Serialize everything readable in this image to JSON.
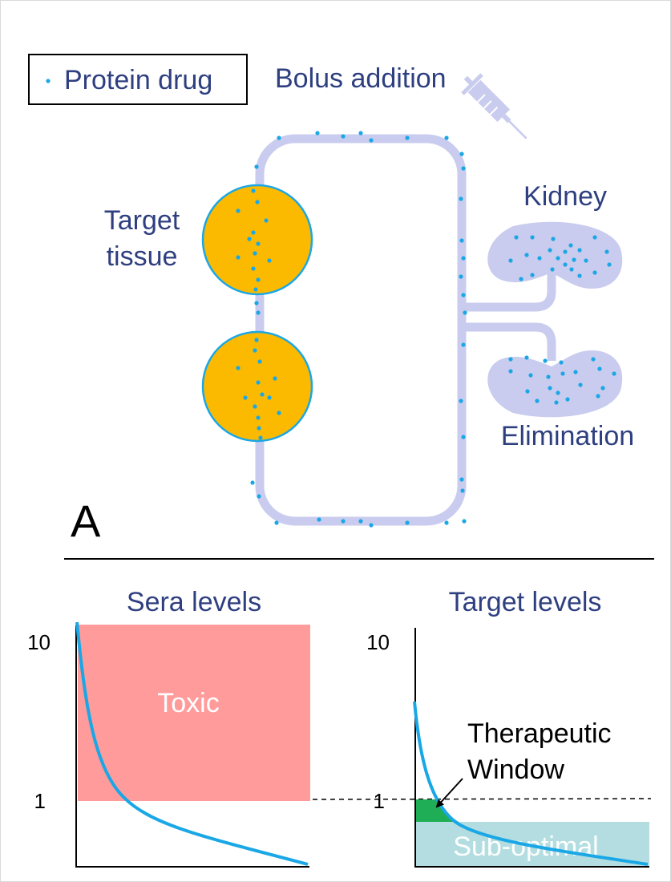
{
  "colors": {
    "text_blue": "#2e3f80",
    "dot_blue": "#1aa7e6",
    "vessel": "#c9ccee",
    "tissue_fill": "#fbba00",
    "toxic": "#ff9b9b",
    "therapeutic": "#1fae56",
    "suboptimal": "#b3dde0",
    "curve": "#1aa7e6"
  },
  "icons": [
    "syringe-icon",
    "kidney-icon"
  ],
  "panel_a": {
    "legend_label": "Protein drug",
    "bolus_label": "Bolus addition",
    "target_tissue_line1": "Target",
    "target_tissue_line2": "tissue",
    "kidney_label": "Kidney",
    "elimination_label": "Elimination",
    "panel_letter": "A"
  },
  "panel_b": {
    "sera": {
      "title": "Sera levels",
      "y_ticks": [
        "10",
        "1"
      ],
      "toxic_label": "Toxic"
    },
    "target": {
      "title": "Target levels",
      "y_ticks": [
        "10",
        "1"
      ],
      "window_line1": "Therapeutic",
      "window_line2": "Window",
      "suboptimal_label": "Sub-optimal"
    }
  }
}
